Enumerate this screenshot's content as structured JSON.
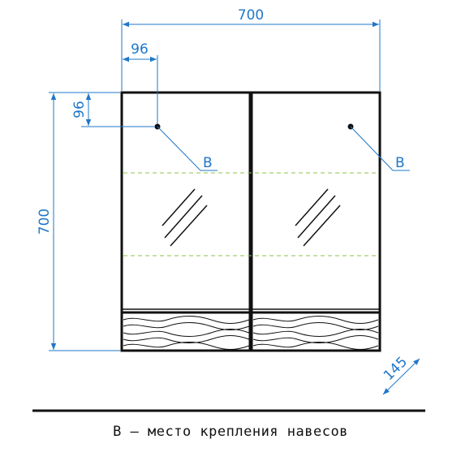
{
  "dimensions": {
    "total_width": "700",
    "offset_x": "96",
    "offset_y": "96",
    "total_height": "700",
    "depth": "145"
  },
  "callouts": {
    "left": "B",
    "right": "B"
  },
  "legend": "B – место крепления навесов",
  "colors": {
    "dimension": "#1f77c9",
    "outline": "#111111",
    "centerline": "#8bc34a"
  }
}
